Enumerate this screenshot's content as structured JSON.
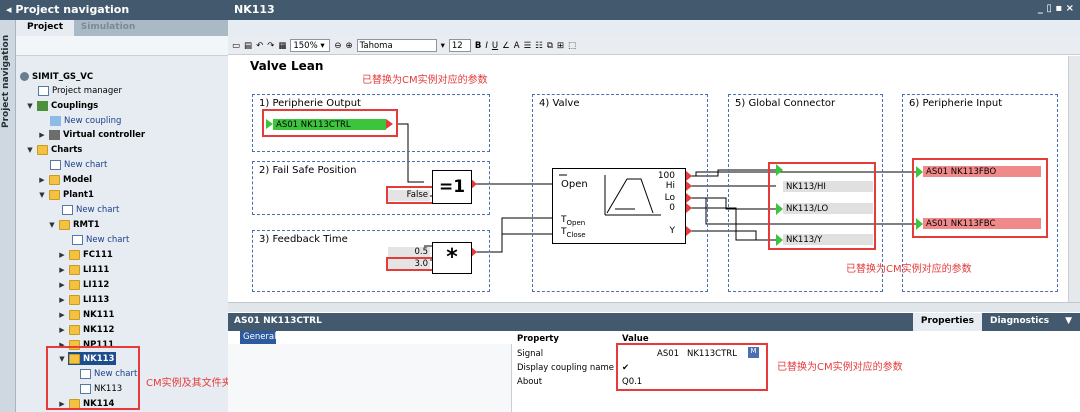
{
  "project_nav": {
    "title": "Project navigation",
    "vertical_tab": "Project navigation",
    "tabs": [
      "Project",
      "Simulation"
    ],
    "tree": [
      {
        "label": "SIMIT_GS_VC"
      },
      {
        "label": "Project manager"
      },
      {
        "label": "Couplings"
      },
      {
        "label": "New coupling"
      },
      {
        "label": "Virtual controller"
      },
      {
        "label": "Charts"
      },
      {
        "label": "New chart"
      },
      {
        "label": "Model"
      },
      {
        "label": "Plant1"
      },
      {
        "label": "New chart"
      },
      {
        "label": "RMT1"
      },
      {
        "label": "New chart"
      },
      {
        "label": "FC111"
      },
      {
        "label": "LI111"
      },
      {
        "label": "LI112"
      },
      {
        "label": "LI113"
      },
      {
        "label": "NK111"
      },
      {
        "label": "NK112"
      },
      {
        "label": "NP111"
      },
      {
        "label": "NK113"
      },
      {
        "label": "New chart"
      },
      {
        "label": "NK113"
      },
      {
        "label": "NK114"
      }
    ]
  },
  "editor": {
    "title": "NK113",
    "window_controls": "_ ▯ ▪ ×",
    "toolbar": {
      "zoom": "150%",
      "font": "Tahoma",
      "font_size": "12",
      "bold": "B",
      "italic": "I",
      "underline": "U"
    }
  },
  "diagram": {
    "title": "Valve Lean",
    "groups": [
      "1) Peripherie Output",
      "2) Fail Safe Position",
      "3) Feedback Time",
      "4) Valve",
      "5) Global Connector",
      "6) Peripherie Input"
    ],
    "output_signal": "AS01 NK113CTRL",
    "fail_safe_value": "False",
    "eq_block": "=1",
    "mul_block": "*",
    "feedback_values": [
      "0.5",
      "3.0"
    ],
    "valve_inputs": {
      "open": "Open",
      "t_open": "T",
      "t_open_sub": "Open",
      "t_close": "T",
      "t_close_sub": "Close"
    },
    "valve_outputs": [
      "100",
      "Hi",
      "Lo",
      "0",
      "Y"
    ],
    "connectors": [
      "NK113/HI",
      "NK113/LO",
      "NK113/Y"
    ],
    "input_signals": [
      "AS01 NK113FBO",
      "AS01 NK113FBC"
    ]
  },
  "annotations": {
    "top": "已替换为CM实例对应的参数",
    "right": "已替换为CM实例对应的参数",
    "left": "CM实例及其文件夹业已生成",
    "bottom": "已替换为CM实例对应的参数"
  },
  "properties": {
    "header": "AS01 NK113CTRL",
    "tab_general": "General",
    "tabs": [
      "Properties",
      "Diagnostics"
    ],
    "col_property": "Property",
    "col_value": "Value",
    "rows": [
      {
        "name": "Signal",
        "value1": "AS01",
        "value2": "NK113CTRL"
      },
      {
        "name": "Display coupling name",
        "value1": "✔"
      },
      {
        "name": "About",
        "value1": "Q0.1"
      }
    ]
  },
  "colors": {
    "header": "#435a6e",
    "green": "#3dc43d",
    "red_signal": "#f08a8a",
    "annotation": "#e53b3b",
    "group_border": "#4a6fb3"
  }
}
